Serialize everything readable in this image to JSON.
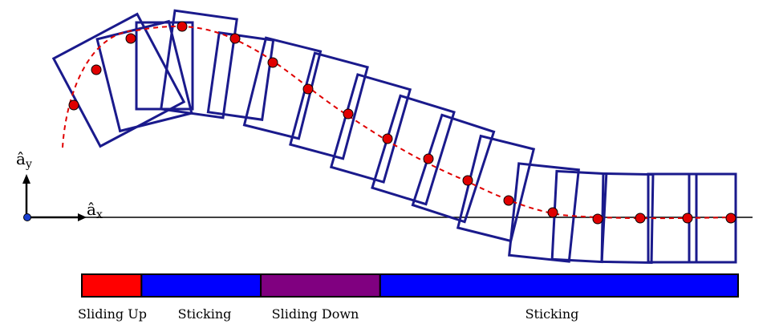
{
  "axes": {
    "x_label": "â",
    "x_subscript": "x",
    "y_label": "â",
    "y_subscript": "y"
  },
  "colors": {
    "box_stroke": "#1a1a8c",
    "contact_point": "#e00000",
    "trajectory": "#e00000",
    "axis": "#000000"
  },
  "phases": [
    {
      "label": "Sliding Up",
      "color": "#ff0000",
      "duration": 1
    },
    {
      "label": "Sticking",
      "color": "#0000ff",
      "duration": 2
    },
    {
      "label": "Sliding Down",
      "color": "#800080",
      "duration": 2
    },
    {
      "label": "Sticking",
      "color": "#0000ff",
      "duration": 6
    }
  ]
}
